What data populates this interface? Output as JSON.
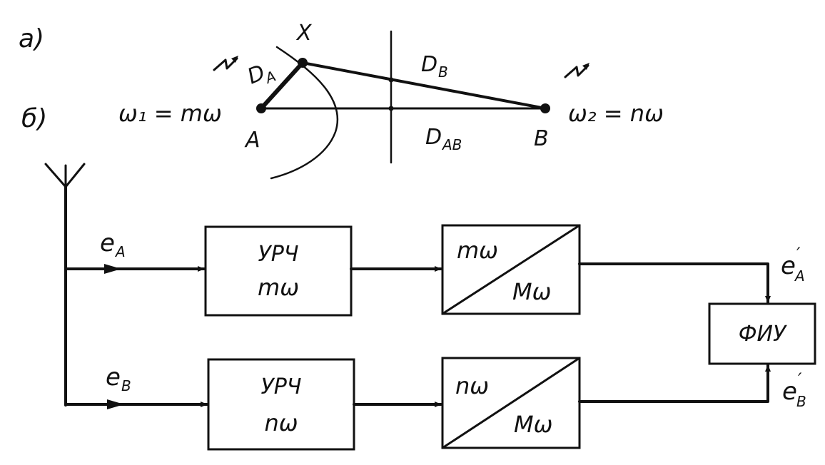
{
  "part_labels": {
    "a": "а)",
    "b": "б)"
  },
  "geometry_panel": {
    "point_x": "X",
    "point_a": "A",
    "point_b": "B",
    "dist_a": "D",
    "dist_a_sub": "A",
    "dist_b": "D",
    "dist_b_sub": "B",
    "dist_ab": "D",
    "dist_ab_sub": "AB",
    "freq_a": "ω₁ = mω",
    "freq_b": "ω₂ = nω"
  },
  "block_panel": {
    "signal_a": "e",
    "signal_a_sub": "A",
    "signal_b": "e",
    "signal_b_sub": "B",
    "signal_a_out": "e",
    "signal_a_out_sub": "A",
    "signal_a_out_prime": "′",
    "signal_b_out": "e",
    "signal_b_out_sub": "B",
    "signal_b_out_prime": "′",
    "amp_a_line1": "УРЧ",
    "amp_a_line2": "mω",
    "amp_b_line1": "УРЧ",
    "amp_b_line2": "nω",
    "conv_a_top": "mω",
    "conv_a_bottom": "Mω",
    "conv_b_top": "nω",
    "conv_b_bottom": "Mω",
    "phase_meter": "ФИУ"
  },
  "colors": {
    "ink": "#111111",
    "paper": "#ffffff"
  }
}
